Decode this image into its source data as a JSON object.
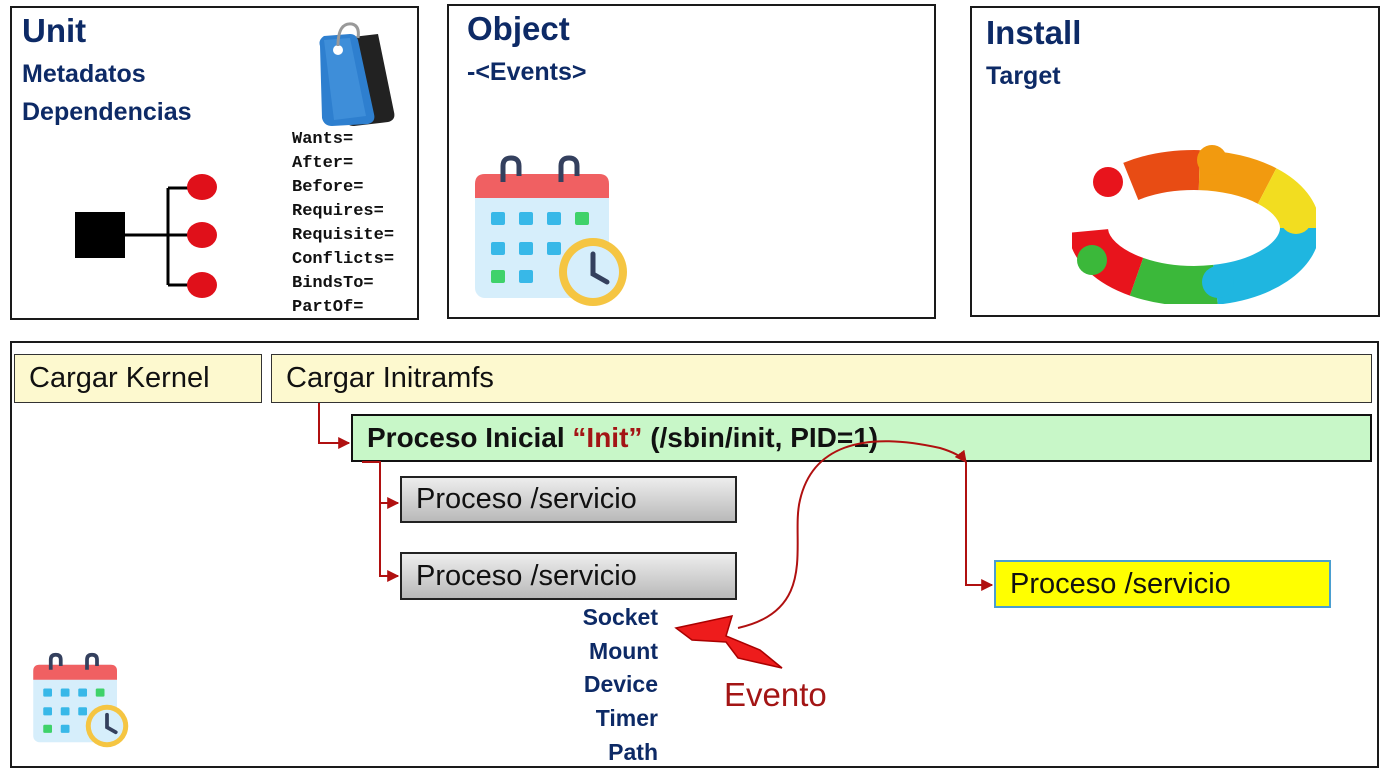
{
  "unit": {
    "title": "Unit",
    "sub1": "Metadatos",
    "sub2": "Dependencias",
    "directives": [
      "Wants=",
      "After=",
      "Before=",
      "Requires=",
      "Requisite=",
      "Conflicts=",
      "BindsTo=",
      "PartOf="
    ]
  },
  "object": {
    "title": "Object",
    "sub": "-<Events>"
  },
  "install": {
    "title": "Install",
    "sub": "Target"
  },
  "boot": {
    "kernel": "Cargar Kernel",
    "initramfs": "Cargar Initramfs",
    "init_prefix": "Proceso Inicial ",
    "init_quoted": "“Init”",
    "init_suffix": " (/sbin/init, PID=1)",
    "service1": "Proceso /servicio",
    "service2": "Proceso /servicio",
    "service3": "Proceso /servicio",
    "event_types": [
      "Socket",
      "Mount",
      "Device",
      "Timer",
      "Path"
    ],
    "event_label": "Evento"
  },
  "colors": {
    "navy": "#0d2a66",
    "arrow_red": "#b01010",
    "cream": "#fdf9cf",
    "init_green": "#c8f7c8",
    "service_yellow": "#ffff00"
  },
  "icons": [
    "price-tag-icon",
    "dependency-tree-icon",
    "calendar-clock-icon",
    "team-circle-icon",
    "lightning-icon"
  ]
}
